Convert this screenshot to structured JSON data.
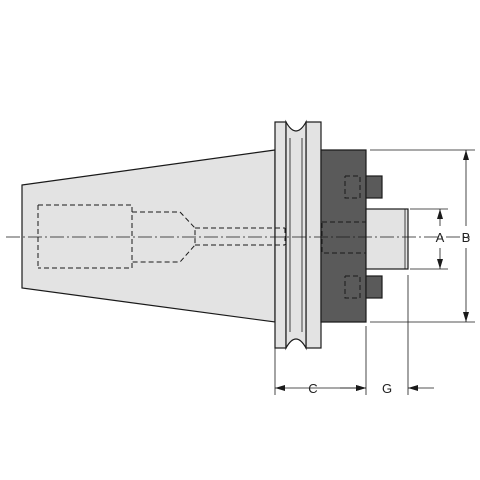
{
  "dimensions": {
    "a": "A",
    "b": "B",
    "c": "C",
    "g": "G"
  }
}
